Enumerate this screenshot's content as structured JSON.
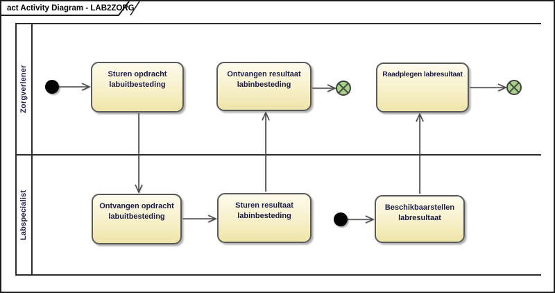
{
  "frame": {
    "title": "act Activity Diagram - LAB2ZORG"
  },
  "lanes": [
    {
      "label": "Zorgverlener"
    },
    {
      "label": "Labspecialist"
    }
  ],
  "activities": [
    {
      "label": "Sturen opdracht labuitbesteding"
    },
    {
      "label": "Ontvangen resultaat labinbesteding"
    },
    {
      "label": "Raadplegen labresultaat"
    },
    {
      "label": "Ontvangen opdracht labuitbesteding"
    },
    {
      "label": "Sturen resultaat labinbesteding"
    },
    {
      "label": "Beschikbaarstellen labresultaat"
    }
  ],
  "colors": {
    "activity_fill_top": "#fdfbec",
    "activity_fill_bottom": "#eee5a9",
    "activity_border": "#595959",
    "activity_text": "#1c1c46",
    "final_node_fill": "#a9d08b",
    "edge_line": "#4a4a4a",
    "frame_line": "#2b2b2b",
    "initial_node": "#050505"
  }
}
